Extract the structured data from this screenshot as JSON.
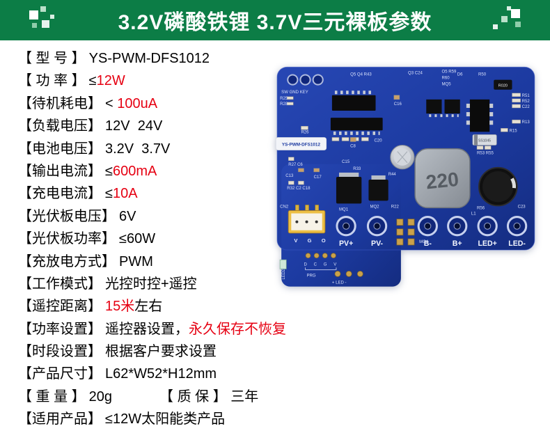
{
  "colors": {
    "banner_green": "#0c7d46",
    "highlight_red": "#e60012",
    "pcb_blue": "#1c3aa0",
    "text_black": "#111111"
  },
  "banner": {
    "title": "3.2V磷酸铁锂 3.7V三元裸板参数"
  },
  "specs": [
    {
      "label": "【 型 号 】",
      "segments": [
        {
          "t": "YS-PWM-DFS1012",
          "c": "k"
        }
      ]
    },
    {
      "label": "【 功 率 】",
      "segments": [
        {
          "t": "≤",
          "c": "k"
        },
        {
          "t": "12W",
          "c": "r"
        }
      ]
    },
    {
      "label": "【待机耗电】",
      "segments": [
        {
          "t": "< ",
          "c": "k"
        },
        {
          "t": "100uA",
          "c": "r"
        }
      ]
    },
    {
      "label": "【负载电压】",
      "segments": [
        {
          "t": "12V  24V",
          "c": "k"
        }
      ]
    },
    {
      "label": "【电池电压】",
      "segments": [
        {
          "t": "3.2V  3.7V",
          "c": "k"
        }
      ]
    },
    {
      "label": "【输出电流】",
      "segments": [
        {
          "t": "≤",
          "c": "k"
        },
        {
          "t": "600mA",
          "c": "r"
        }
      ]
    },
    {
      "label": "【充电电流】",
      "segments": [
        {
          "t": "≤",
          "c": "k"
        },
        {
          "t": "10A",
          "c": "r"
        }
      ]
    },
    {
      "label": "【光伏板电压】",
      "segments": [
        {
          "t": "6V",
          "c": "k"
        }
      ]
    },
    {
      "label": "【光伏板功率】",
      "segments": [
        {
          "t": "≤60W",
          "c": "k"
        }
      ]
    },
    {
      "label": "【充放电方式】",
      "segments": [
        {
          "t": "PWM",
          "c": "k"
        }
      ]
    },
    {
      "label": "【工作模式】",
      "segments": [
        {
          "t": "光控时控+遥控",
          "c": "k"
        }
      ]
    },
    {
      "label": "【遥控距离】",
      "segments": [
        {
          "t": "15米",
          "c": "r"
        },
        {
          "t": "左右",
          "c": "k"
        }
      ]
    },
    {
      "label": "【功率设置】",
      "segments": [
        {
          "t": "遥控器设置，",
          "c": "k"
        },
        {
          "t": "永久保存不恢复",
          "c": "r"
        }
      ]
    },
    {
      "label": "【时段设置】",
      "segments": [
        {
          "t": "根据客户要求设置",
          "c": "k"
        }
      ]
    },
    {
      "label": "【产品尺寸】",
      "segments": [
        {
          "t": "L62*W52*H12mm",
          "c": "k"
        }
      ]
    },
    {
      "label": "【 重 量 】",
      "segments": [
        {
          "t": "20g",
          "c": "k"
        },
        {
          "t": "【 质 保 】 三年",
          "c": "k",
          "gap": true
        }
      ]
    },
    {
      "label": "【适用产品】",
      "segments": [
        {
          "t": "≤12W太阳能类产品",
          "c": "k"
        }
      ]
    }
  ],
  "pcb": {
    "model": "YS-PWM-DFS1012",
    "top_pad_labels": "SW  GND  KEY",
    "inductor_value": "220",
    "terminal_labels": [
      "PV+",
      "PV-",
      "B-",
      "B+",
      "LED+",
      "LED-"
    ],
    "connector_label": "CN2",
    "connector_pins": "V G O",
    "led_indicator": "LED2",
    "program_pins": "D C G V",
    "program_label": "PRG",
    "led_header": "+ LED -",
    "shunt_label": "R020",
    "refs": [
      "R25",
      "R28",
      "R26",
      "C16",
      "C8",
      "C20",
      "R27 C6",
      "C13",
      "C15",
      "R33",
      "R32 C2 C18",
      "C17",
      "MQ1",
      "MQ2",
      "R22",
      "MQ4",
      "Q5 Q4 R43",
      "Q3 C24",
      "O5 R59",
      "R60",
      "MQ5",
      "D6",
      "R50",
      "R51",
      "R52",
      "C22",
      "R13",
      "R15",
      "SS1045",
      "R53 R55",
      "R44",
      "L1",
      "R56",
      "C23"
    ]
  }
}
